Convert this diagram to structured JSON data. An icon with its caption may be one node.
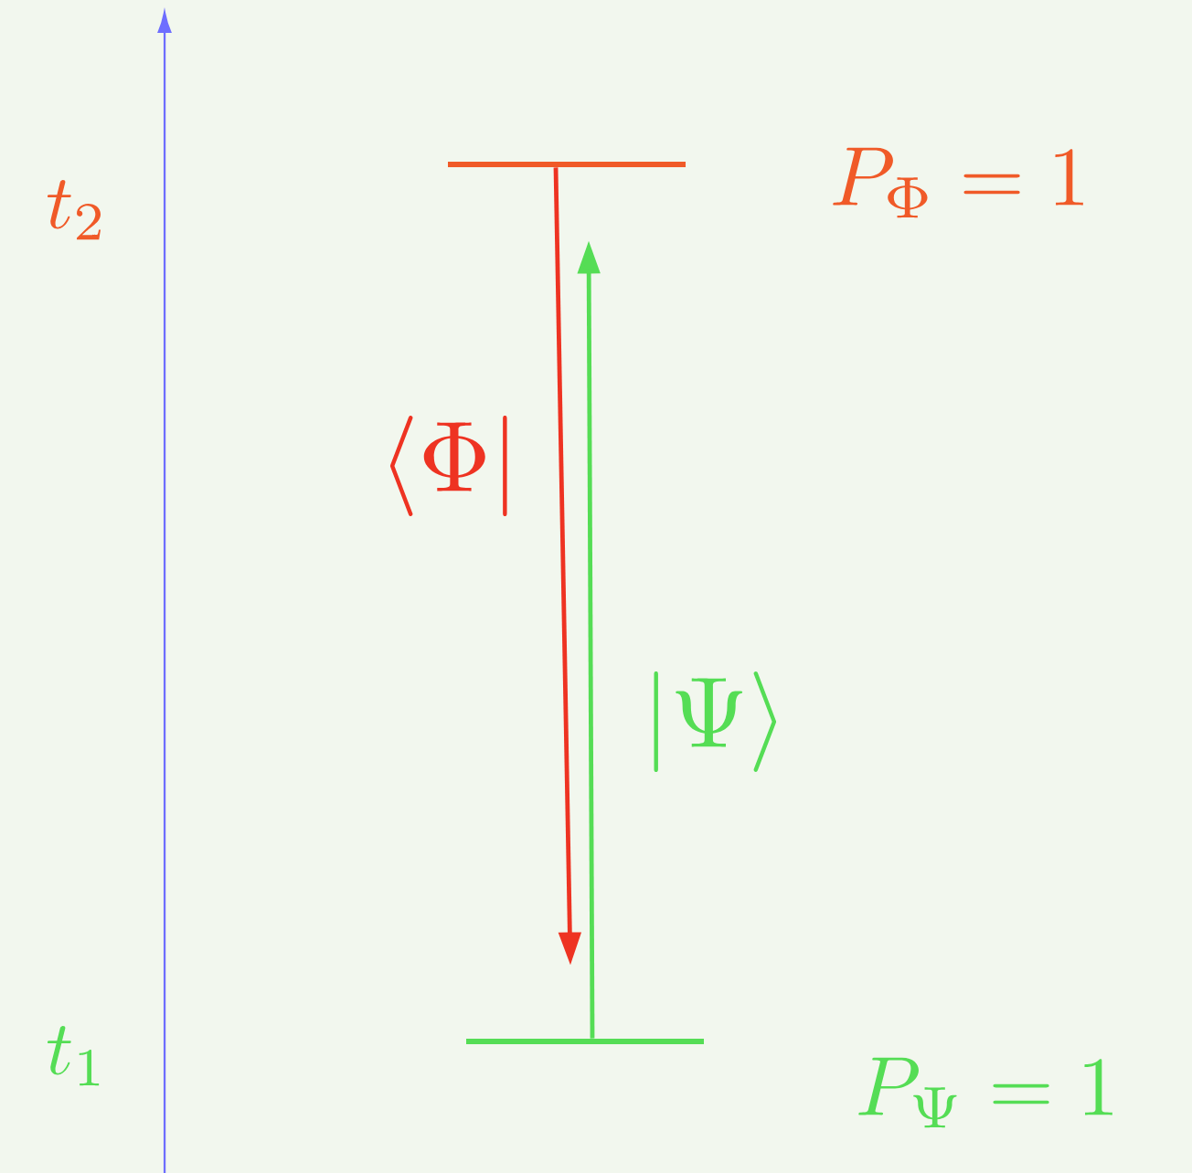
{
  "diagram": {
    "nodes": [
      {
        "text": [],
        "shape": "bar"
      },
      {
        "text": [],
        "shape": "bar"
      }
    ],
    "edges": [
      {
        "from": 0,
        "to": 1,
        "arrow": "to",
        "label": "\\langle \\Phi |",
        "color": "#ee3322"
      },
      {
        "from": 1,
        "to": 0,
        "arrow": "to",
        "label": "| \\Psi \\rangle",
        "color": "#55dd55"
      }
    ],
    "labels": [
      "t_2",
      "P_{\\Phi} = 1",
      "t_1",
      "P_{\\Psi} = 1"
    ]
  }
}
